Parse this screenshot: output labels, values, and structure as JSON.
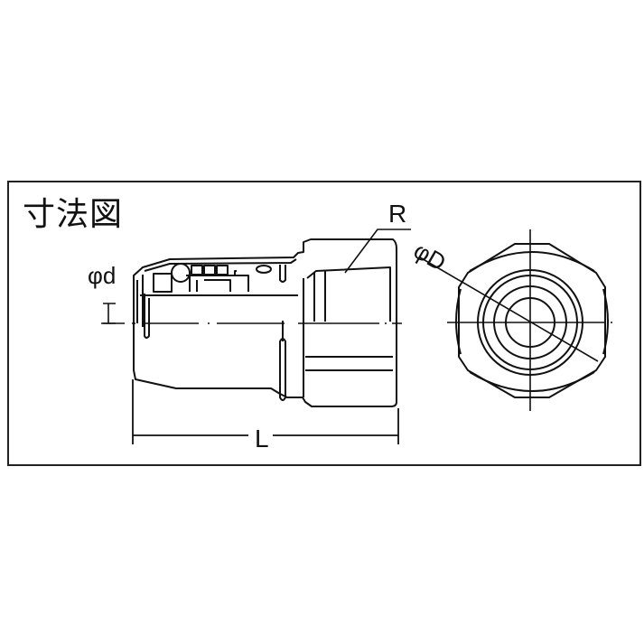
{
  "drawing": {
    "title": "寸法図",
    "labels": {
      "small_diameter": "φd",
      "thread": "R",
      "large_diameter": "φD",
      "length": "L"
    },
    "views": [
      "side-view",
      "end-view"
    ],
    "line_color": "#111111",
    "background": "#ffffff"
  }
}
